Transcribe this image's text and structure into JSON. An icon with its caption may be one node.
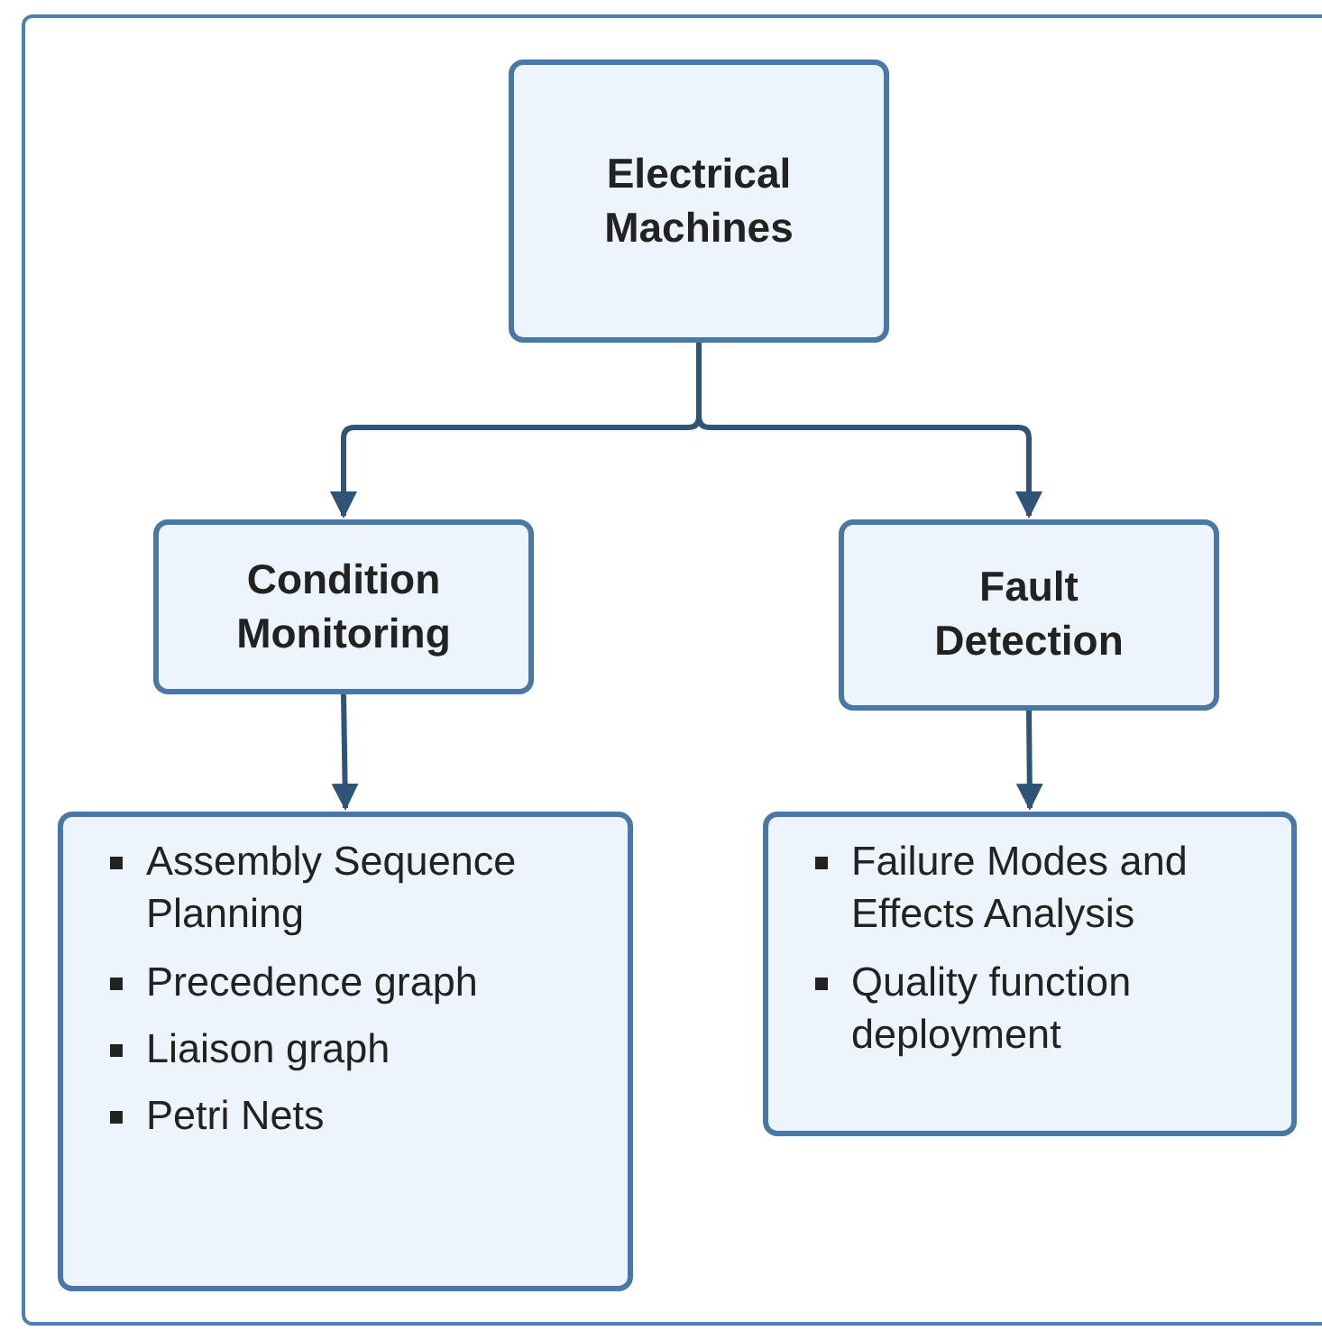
{
  "diagram": {
    "nodes": [
      {
        "text": [
          "Electrical Machines"
        ]
      },
      {
        "text": [
          "Condition Monitoring"
        ]
      },
      {
        "text": [
          "Fault Detection"
        ]
      },
      {
        "text": [
          "Assembly Sequence Planning",
          "Precedence graph",
          "Liaison graph",
          "Petri Nets"
        ]
      },
      {
        "text": [
          "Failure Modes and Effects Analysis",
          "Quality function deployment"
        ]
      }
    ],
    "edges": [
      {
        "from": 0,
        "to": 1,
        "arrow": "to"
      },
      {
        "from": 0,
        "to": 2,
        "arrow": "to"
      },
      {
        "from": 1,
        "to": 3,
        "arrow": "to"
      },
      {
        "from": 2,
        "to": 4,
        "arrow": "to"
      }
    ]
  }
}
